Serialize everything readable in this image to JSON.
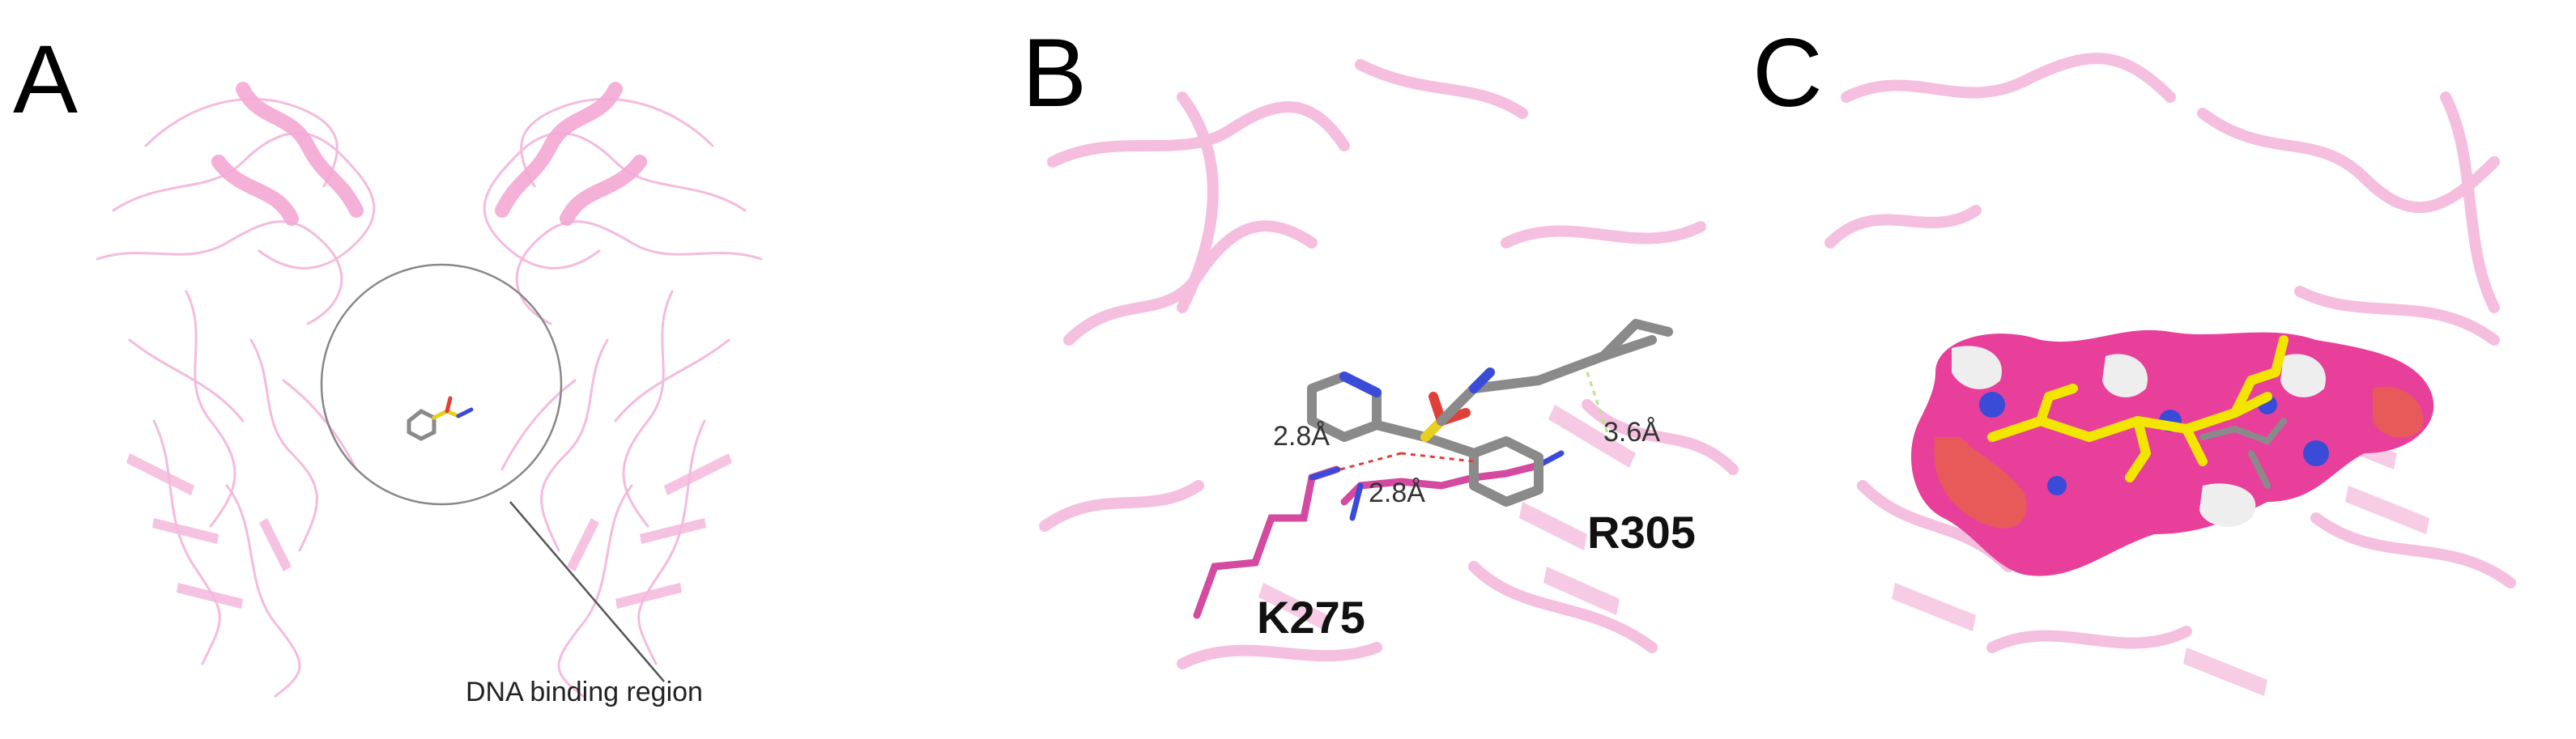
{
  "figure": {
    "panels": [
      {
        "letter": "A",
        "annotation": "DNA binding region"
      },
      {
        "letter": "B",
        "residues": [
          "K275",
          "R305"
        ],
        "distances": [
          "2.8Å",
          "2.8Å",
          "3.6Å"
        ]
      },
      {
        "letter": "C"
      }
    ]
  },
  "colors": {
    "ribbon": "#f4b8dc",
    "ribbon_dark": "#e895c8",
    "residue_stick": "#d44aa0",
    "ligand_gray": "#8a8a8a",
    "nitrogen": "#3a4bd8",
    "oxygen": "#e0403a",
    "sulfur": "#e8d020",
    "surface_magenta": "#e8409a",
    "surface_red": "#e85a5a",
    "surface_white": "#eeeeee",
    "ligand_yellow": "#f2e600"
  }
}
